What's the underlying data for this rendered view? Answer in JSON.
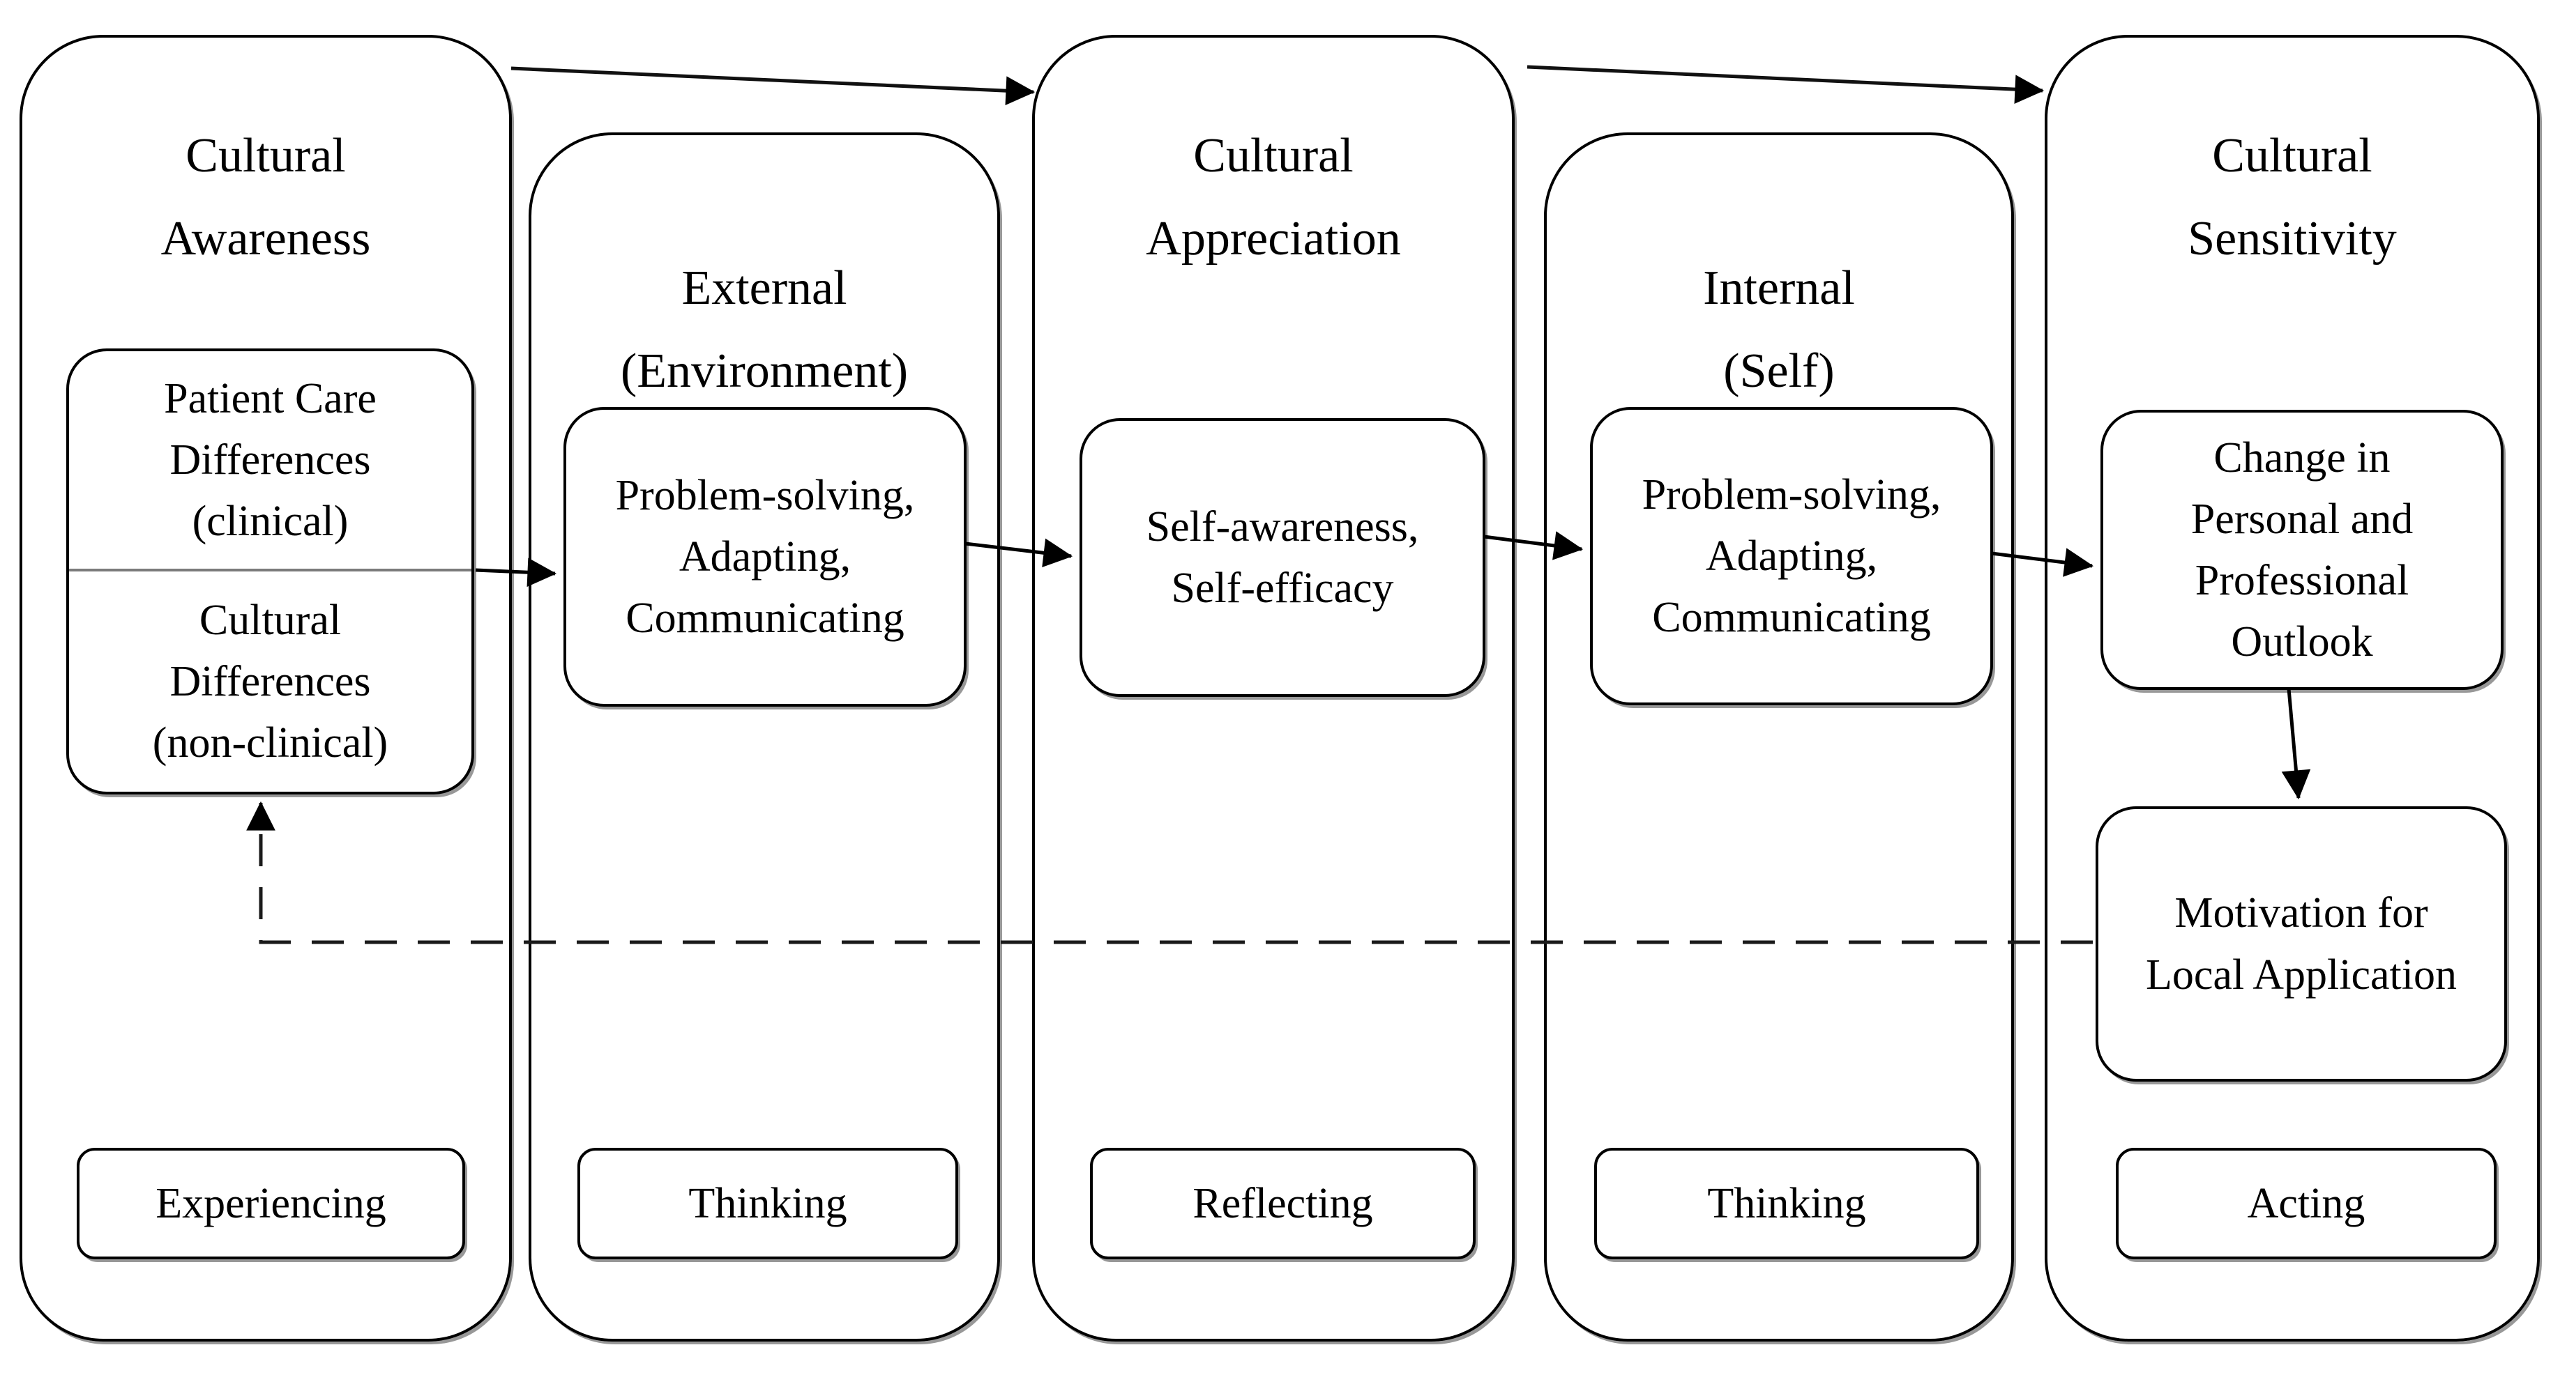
{
  "stages": [
    {
      "title": "Cultural\nAwareness",
      "box_top_text": "Patient Care\nDifferences\n(clinical)",
      "box_bottom_text": "Cultural\nDifferences\n(non-clinical)",
      "mode_label": "Experiencing"
    },
    {
      "title": "External\n(Environment)",
      "box_text": "Problem-solving,\nAdapting,\nCommunicating",
      "mode_label": "Thinking"
    },
    {
      "title": "Cultural\nAppreciation",
      "box_text": "Self-awareness,\nSelf-efficacy",
      "mode_label": "Reflecting"
    },
    {
      "title": "Internal\n(Self)",
      "box_text": "Problem-solving,\nAdapting,\nCommunicating",
      "mode_label": "Thinking"
    },
    {
      "title": "Cultural\nSensitivity",
      "box_text": "Change in\nPersonal and\nProfessional\nOutlook",
      "box2_text": "Motivation for\nLocal Application",
      "mode_label": "Acting"
    }
  ],
  "colors": {
    "border": "#000000",
    "shadow": "#989898",
    "divider": "#7b7b7b",
    "background": "#ffffff",
    "text": "#000000"
  }
}
